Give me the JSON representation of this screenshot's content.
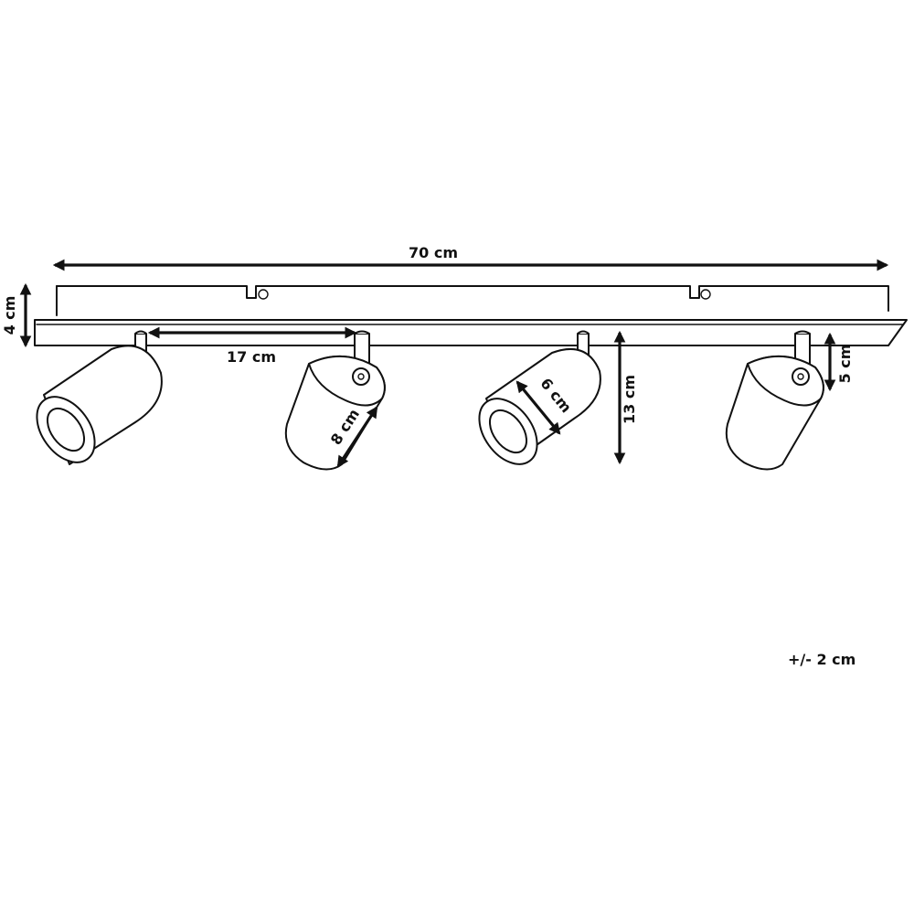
{
  "dimensions": {
    "total_length": "70 cm",
    "plate_height": "4 cm",
    "spacing": "17 cm",
    "shade_length": "8 cm",
    "shade_diameter": "6 cm",
    "total_height": "13 cm",
    "stem_height": "5 cm"
  },
  "tolerance": "+/- 2 cm"
}
